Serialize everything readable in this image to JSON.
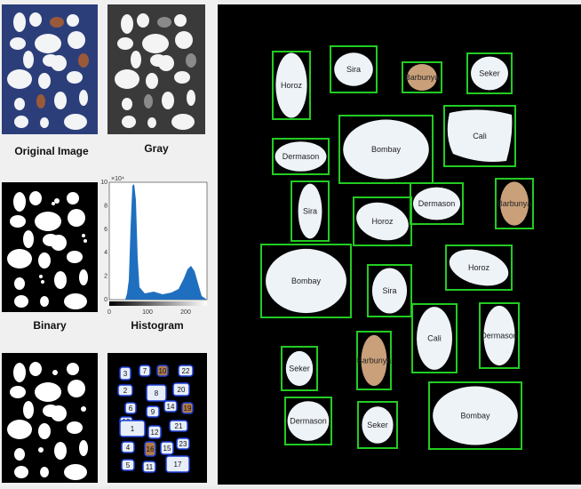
{
  "captions": {
    "original": "Original Image",
    "gray": "Gray",
    "binary": "Binary",
    "histogram": "Histogram"
  },
  "histogram": {
    "exponent_label": "×10⁴",
    "y_ticks": [
      "10",
      "8",
      "6",
      "4",
      "2",
      "0"
    ],
    "x_ticks": [
      "0",
      "100",
      "200"
    ]
  },
  "numbered_labels": [
    "3",
    "7",
    "10",
    "22",
    "2",
    "8",
    "20",
    "6",
    "9",
    "14",
    "13",
    "19",
    "1",
    "12",
    "21",
    "4",
    "16",
    "15",
    "23",
    "5",
    "11",
    "17"
  ],
  "detections": [
    {
      "label": "Horoz"
    },
    {
      "label": "Sira"
    },
    {
      "label": "Barbunya"
    },
    {
      "label": "Seker"
    },
    {
      "label": "Dermason"
    },
    {
      "label": "Bombay"
    },
    {
      "label": "Cali"
    },
    {
      "label": "Sira"
    },
    {
      "label": "Horoz"
    },
    {
      "label": "Dermason"
    },
    {
      "label": "Barbunya"
    },
    {
      "label": "Bombay"
    },
    {
      "label": "Sira"
    },
    {
      "label": "Horoz"
    },
    {
      "label": "Cali"
    },
    {
      "label": "Dermason"
    },
    {
      "label": "Seker"
    },
    {
      "label": "Barbunya"
    },
    {
      "label": "Dermason"
    },
    {
      "label": "Seker"
    },
    {
      "label": "Bombay"
    }
  ],
  "colors": {
    "box": "#22cc22",
    "bean": "#eef3f8",
    "barbunya": "#c9a07a",
    "original_bg": "#2c3e7a",
    "hist_bar": "#1f6fc0"
  }
}
